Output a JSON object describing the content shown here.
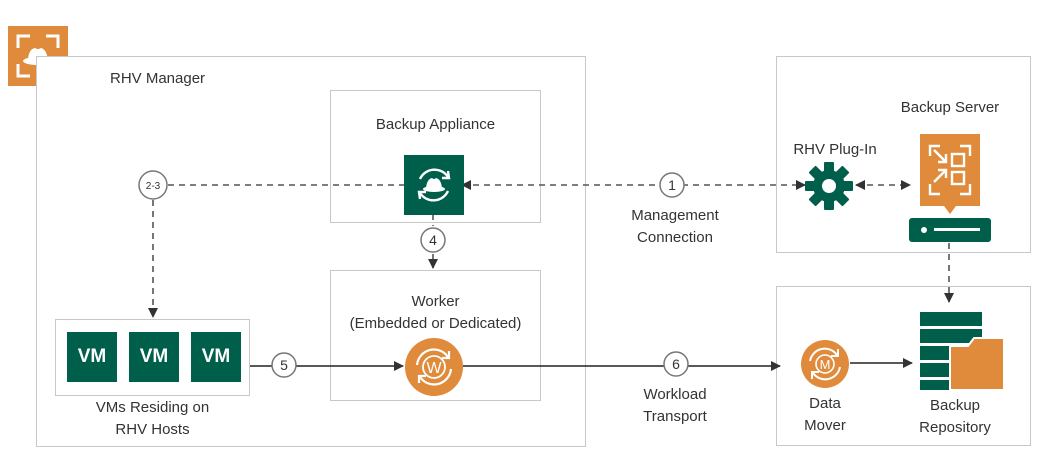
{
  "labels": {
    "rhv_manager": "RHV Manager",
    "backup_appliance": "Backup Appliance",
    "backup_server": "Backup Server",
    "rhv_plugin": "RHV Plug-In",
    "management_line1": "Management",
    "management_line2": "Connection",
    "worker_line1": "Worker",
    "worker_line2": "(Embedded or Dedicated)",
    "vms_line1": "VMs Residing on",
    "vms_line2": "RHV Hosts",
    "workload_line1": "Workload",
    "workload_line2": "Transport",
    "data_mover_line1": "Data",
    "data_mover_line2": "Mover",
    "repo_line1": "Backup",
    "repo_line2": "Repository"
  },
  "vms": [
    "VM",
    "VM",
    "VM"
  ],
  "steps": [
    "1",
    "2-3",
    "4",
    "5",
    "6"
  ],
  "icons": {
    "worker_letter": "W",
    "data_mover_letter": "M"
  },
  "colors": {
    "orange": "#e08a3c",
    "green": "#005f4b",
    "border": "#c8c8c8",
    "line": "#555555"
  }
}
